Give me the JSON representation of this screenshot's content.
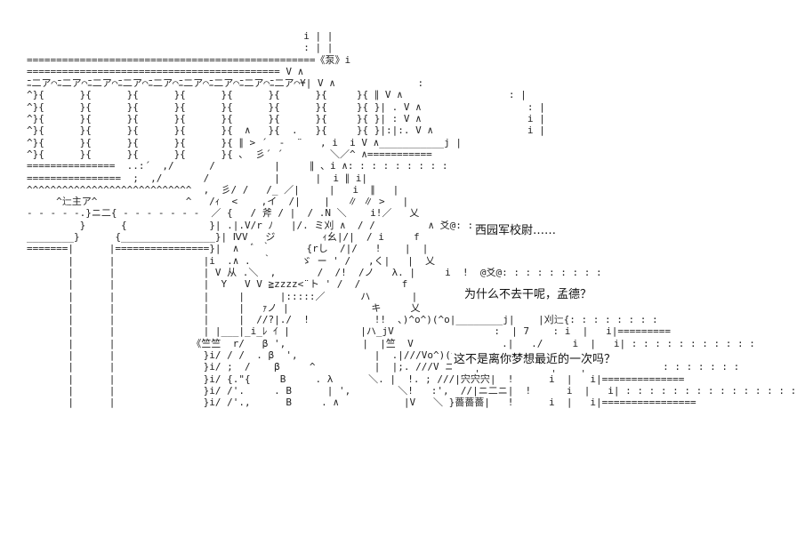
{
  "art": {
    "lines": [
      "                                               i | |",
      "                                               : | |",
      "=================================================《泵》i",
      "=========================================== V ∧",
      "ﾆ二ア⌒ﾆ二ア⌒ﾆ二ア⌒ﾆ二ア⌒ﾆ二ア⌒ﾆ二ア⌒ﾆ二ア⌒ﾆ二ア⌒ﾆ二ア⌒¥| V ∧              :",
      "^}{      }{      }{      }{      }{      }{      }{     }{ ∥ V ∧                  : |",
      "^}{      }{      }{      }{      }{      }{      }{     }{ }| . V ∧                  : |",
      "^}{      }{      }{      }{      }{      }{      }{     }{ }| : V ∧                  i |",
      "^}{      }{      }{      }{      }{  ∧   }{  .   }{     }{ }|:|:. V ∧                i |",
      "^}{      }{      }{      }{      }{ ∥ > ´  -  ¨   , i  i V ∧___________j |",
      "^}{      }{      }{      }{      }{ ､  彡´ ´        ＼／^ ∧===========",
      "===============  ..:´  ,/      /          |     ∥ 、i ∧: : : : : : : : :",
      "================  ;  ,/       /           |      |  i ∥ i|",
      "^^^^^^^^^^^^^^^^^^^^^^^^^^^^  ,  彡/ /   /_ ／|     |   i  ∥   |",
      "     ^辷主ア^               ^   /ｨ  <    ,イ  /|    |   ∥ ∥ >   |",
      "- - - - -.}ニ二{ - - - - - - -  ／ {   / 斧 / |  / .N ＼    i!／   乂",
      "         }      {              }| .|.V/r ﾉ   |/. ミ刈 ∧  / /         ∧ 爻@: : : : : : :",
      "________}      {________________}| ⅣV   ジ        ｨ幺|/|  / i     f",
      "=======|      |================}|  ∧  ﾞ ｀      {rし  /|/   !    |  |",
      "       |      |               |i  .∧ .  ｀     ゞ ー ' /   ,く|   |  乂",
      "       |      |               | V 从 .＼  ,       /  /!  /ノ   λ. |     i  !  @爻@: : : : : : : : :",
      "       |      |               |  Y   V V ≧zzzz<¨ト ' /  /       f",
      "       |      |               |     |      |:::::／      ハ       |",
      "       |      |               |     |   ｧノ |              キ     乂",
      "       |      |               |     |  //?|./  !           !!  ､)^o^)(^o|________j|    |刈辷{: : : : : : : :",
      "       |      |               | |___|_i_ﾚ ｲ |            |ハ_jV                 :  | 7    : i  |   i|=========",
      "       |      |             《竺竺  r/   β ',             |  |竺  V               .|   ./     i  |   i| : : : : : : : : : : :",
      "       |      |               }i/ / /  . β  ',             |  .|///Vo^)(^o^)  !     i  |   i|============",
      "       |      |               }i/ ;  /    β     ^          |  |;. ///V ニ二ニ|  !      i  |   i| : : : : : : : : : : : : :",
      "       |      |               }i/ {.\"{     B     . λ      ＼. |  !. ; ///|宍宍宍|  !      i  |   i|==============",
      "       |      |               }i/ /'.     . B      | ',        ＼!   :',  //|ニ二ニ|  !      i  |   i| : : : : : : : : : : : : : : :",
      "       |      |               }i/ /'.,      B     . ∧           |V   ＼ }薔薔薔|   !      i  |   i|================"
    ]
  },
  "dialogue": {
    "line_1": "西园军校尉……",
    "line_2": "为什么不去干呢，孟德？",
    "line_3": "这不是离你梦想最近的一次吗？"
  }
}
